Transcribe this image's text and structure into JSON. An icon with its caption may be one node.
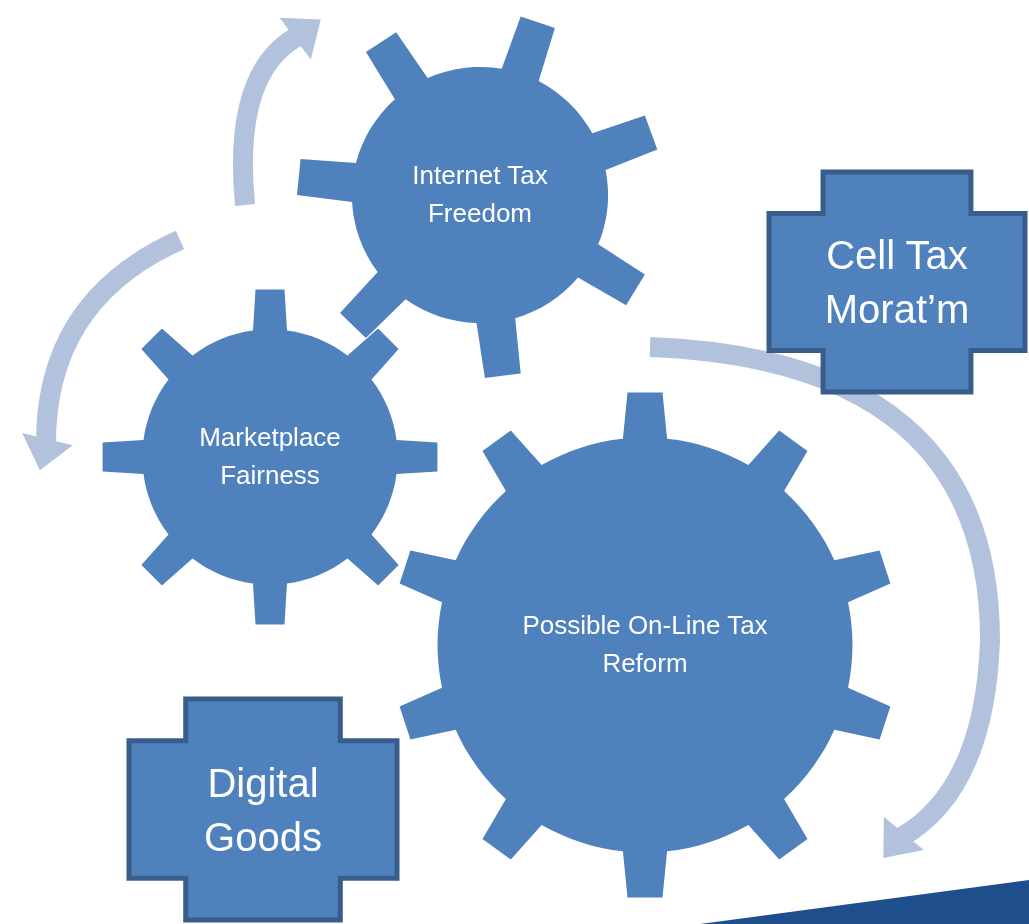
{
  "diagram": {
    "nodes": [
      {
        "text": [
          "Internet Tax Freedom"
        ]
      },
      {
        "text": [
          "Cell Tax Morat’m"
        ]
      },
      {
        "text": [
          "Marketplace Fairness"
        ]
      },
      {
        "text": [
          "Possible On-Line Tax Reform"
        ]
      },
      {
        "text": [
          "Digital Goods"
        ]
      }
    ]
  }
}
